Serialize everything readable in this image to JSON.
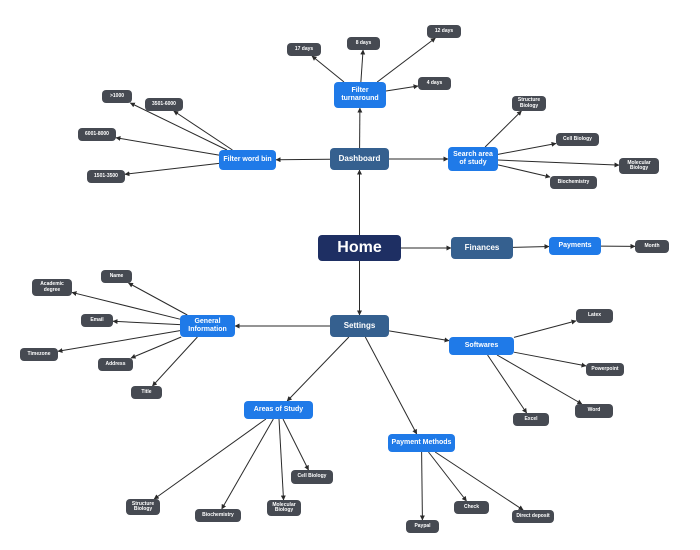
{
  "nodes": {
    "home": "Home",
    "dashboard": "Dashboard",
    "finances": "Finances",
    "settings": "Settings",
    "filter_turnaround": "Filter turnaround",
    "filter_word_bin": "Filter word bin",
    "search_area": "Search area of study",
    "payments": "Payments",
    "general_info": "General Information",
    "softwares": "Softwares",
    "areas_of_study": "Areas of Study",
    "payment_methods": "Payment Methods",
    "days_17": "17 days",
    "days_8": "8 days",
    "days_12": "12 days",
    "days_4": "4 days",
    "bin_gt1000": ">1000",
    "bin_3501_6000": "3501-6000",
    "bin_6001_8000": "6001-8000",
    "bin_1501_3500": "1501-3500",
    "sa_structure_biology": "Structure Biology",
    "sa_cell_biology": "Cell Biology",
    "sa_molecular_biology": "Molecular Biology",
    "sa_biochemistry": "Biochemistry",
    "month": "Month",
    "gi_name": "Name",
    "gi_academic_degree": "Academic degree",
    "gi_email": "Email",
    "gi_timezone": "Timezone",
    "gi_address": "Address",
    "gi_title": "Title",
    "sw_latex": "Latex",
    "sw_powerpoint": "Powerpoint",
    "sw_word": "Word",
    "sw_excel": "Excel",
    "as_cell_biology": "Cell Biology",
    "as_structure_biology": "Structure Biology",
    "as_biochemistry": "Biochemistry",
    "as_molecular_biology": "Molecular Biology",
    "pm_paypal": "Paypal",
    "pm_check": "Check",
    "pm_direct_deposit": "Direct deposit"
  },
  "colors": {
    "root": "#1e2f63",
    "primary": "#35608f",
    "secondary": "#1f7ae8",
    "leaf": "#464a52",
    "connector": "#2a2a2a"
  }
}
